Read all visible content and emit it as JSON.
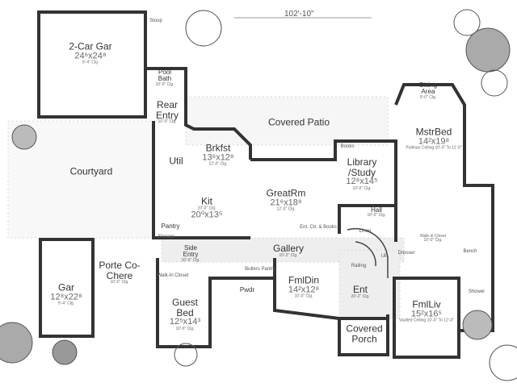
{
  "overall_width": "102'-10\"",
  "rooms": {
    "garage2": {
      "name": "2-Car Gar",
      "dim": "24⁶x24⁸",
      "note": "9'-4\" Clg."
    },
    "pool_bath": {
      "name": "Pool Bath",
      "note": "10'-0\" Clg."
    },
    "rear_entry": {
      "name": "Rear Entry",
      "note": "10'-0\" Clg."
    },
    "covered_patio": {
      "name": "Covered Patio"
    },
    "brkfst": {
      "name": "Brkfst",
      "dim": "13⁶x12⁸",
      "note": "12'-0\" Clg."
    },
    "util": {
      "name": "Util"
    },
    "courtyard": {
      "name": "Courtyard"
    },
    "kit": {
      "name": "Kit",
      "dim": "20⁰x13⁵",
      "note": "10'-0\" Clg."
    },
    "greatrm": {
      "name": "GreatRm",
      "dim": "21⁶x18⁸",
      "note": "12'-0\" Clg."
    },
    "library": {
      "name": "Library /Study",
      "dim": "12⁸x14⁵",
      "note": "10'-0\" Clg."
    },
    "sitting": {
      "name": "Sitting Area",
      "note": "9'-0\" Clg."
    },
    "mstrbed": {
      "name": "MstrBed",
      "dim": "14²x19⁸",
      "note": "Pullman Ceiling 10'-0\" To 11'-0\""
    },
    "hall": {
      "name": "Hall",
      "note": "10'-0\" Clg."
    },
    "pantry": {
      "name": "Pantry"
    },
    "side_entry": {
      "name": "Side Entry",
      "note": "10'-0\" Clg."
    },
    "gallery": {
      "name": "Gallery",
      "note": "10'-2\" Clg."
    },
    "porte": {
      "name": "Porte Co-Chere",
      "note": "10'-0\" Clg."
    },
    "gar": {
      "name": "Gar",
      "dim": "12⁸x22⁸",
      "note": "9'-4\" Clg."
    },
    "guest": {
      "name": "Guest Bed",
      "dim": "12⁵x14³",
      "note": "10'-0\" Clg."
    },
    "pwdr": {
      "name": "Pwdr"
    },
    "fmldin": {
      "name": "FmlDin",
      "dim": "14²x12⁸",
      "note": "10'-0\" Clg."
    },
    "ent": {
      "name": "Ent",
      "note": "20'-2\" Clg."
    },
    "porch": {
      "name": "Covered Porch"
    },
    "fmlliv": {
      "name": "FmlLiv",
      "dim": "15²x16⁵",
      "note": "Vaulted Ceiling 10'-0\" To 12'-0\""
    },
    "closet": {
      "name": "Walk-in Closet",
      "note": "10'-0\" Clg."
    }
  },
  "annotations": {
    "books": "Books",
    "storage": "Storage",
    "butlers_pantry": "Butlers Pantry",
    "walkin": "Walk-In Closet",
    "linen": "Linen",
    "railing": "Railing",
    "up": "UP",
    "bench": "Bench",
    "dresser": "Dresser",
    "shower": "Shower",
    "stoop": "Stoop",
    "ent_ctr": "Ent. Ctr. & Books"
  }
}
